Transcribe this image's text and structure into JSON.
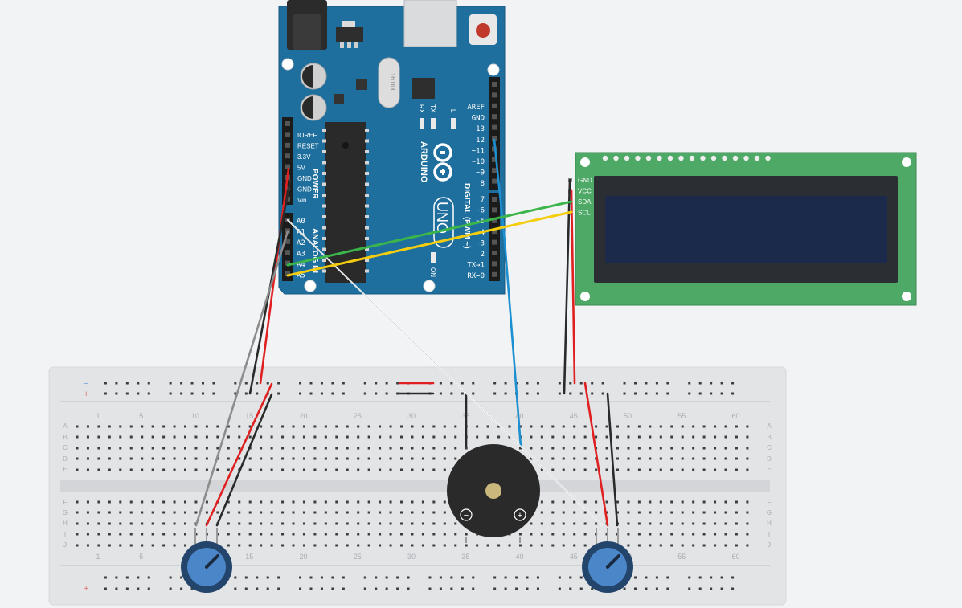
{
  "arduino": {
    "brand": "ARDUINO",
    "model": "UNO",
    "crystal": "16.000",
    "power_header_title": "POWER",
    "analog_header_title": "ANALOG IN",
    "digital_header_title": "DIGITAL (PWM ~)",
    "on_led_label": "ON",
    "led_rx": "RX",
    "led_tx": "TX",
    "led_l": "L",
    "power_pins": [
      "IOREF",
      "RESET",
      "3.3V",
      "5V",
      "GND",
      "GND",
      "Vin"
    ],
    "analog_pins": [
      "A0",
      "A1",
      "A2",
      "A3",
      "A4",
      "A5"
    ],
    "digital_top_pins": [
      "AREF",
      "GND",
      "13",
      "12",
      "~11",
      "~10",
      "~9",
      "8"
    ],
    "digital_bottom_pins": [
      "7",
      "~6",
      "~5",
      "4",
      "~3",
      "2",
      "TX→1",
      "RX←0"
    ]
  },
  "lcd": {
    "pins": [
      "GND",
      "VCC",
      "SDA",
      "SCL"
    ],
    "screen_color": "#1b2a4a",
    "board_color": "#4ea866"
  },
  "breadboard": {
    "top_numbers": [
      "1",
      "5",
      "10",
      "15",
      "20",
      "25",
      "30",
      "35",
      "40",
      "45",
      "50",
      "55",
      "60"
    ],
    "bottom_numbers": [
      "1",
      "5",
      "10",
      "15",
      "20",
      "25",
      "30",
      "35",
      "40",
      "45",
      "50",
      "55",
      "60"
    ],
    "rows_top": [
      "A",
      "B",
      "C",
      "D",
      "E"
    ],
    "rows_bottom": [
      "F",
      "G",
      "H",
      "I",
      "J"
    ],
    "rail_minus": "−",
    "rail_plus": "+"
  },
  "buzzer": {
    "minus_symbol": "−",
    "plus_symbol": "+"
  },
  "colors": {
    "arduino_blue": "#1f6f9e",
    "wire_red": "#e02020",
    "wire_black": "#2a2a2a",
    "wire_green": "#3bb54a",
    "wire_yellow": "#f5cd0f",
    "wire_blue": "#1b8fcf",
    "wire_white": "#ffffff",
    "wire_gray": "#8c8c8c",
    "potentiometer": "#4a86c8"
  }
}
